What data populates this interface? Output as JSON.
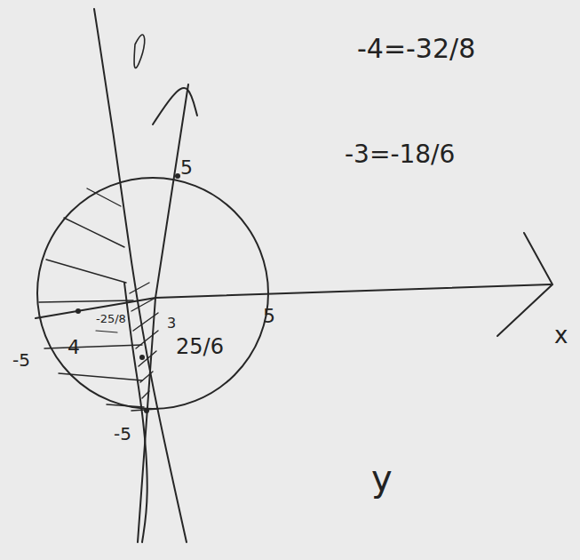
{
  "diagram": {
    "labels": [
      "-4=-32/8",
      "-3=-18/6",
      "5",
      "5",
      "-5",
      "4",
      "-25/8",
      "3",
      "25/6",
      "-5",
      "x",
      "y"
    ]
  }
}
